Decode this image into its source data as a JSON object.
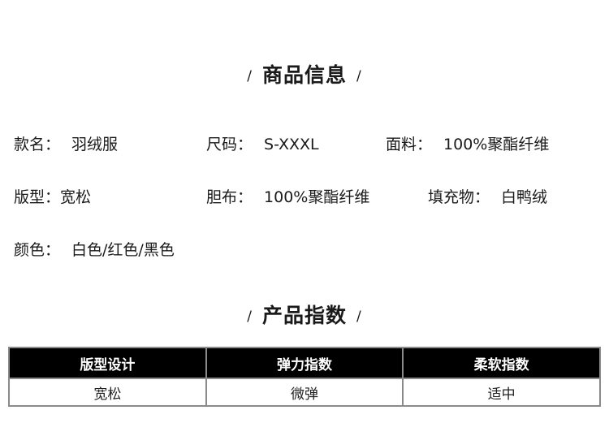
{
  "section_titles": {
    "product_info": "商品信息",
    "product_index": "产品指数",
    "slash": "/"
  },
  "product_info": {
    "style_name": {
      "label": "款名：",
      "value": "羽绒服"
    },
    "size": {
      "label": "尺码：",
      "value": "S-XXXL"
    },
    "fabric": {
      "label": "面料：",
      "value": "100%聚酯纤维"
    },
    "fit": {
      "label": "版型：",
      "value": "宽松"
    },
    "lining": {
      "label": "胆布：",
      "value": "100%聚酯纤维"
    },
    "filling": {
      "label": "填充物：",
      "value": "白鸭绒"
    },
    "color": {
      "label": "颜色：",
      "value": "白色/红色/黑色"
    }
  },
  "index_table": {
    "headers": [
      "版型设计",
      "弹力指数",
      "柔软指数"
    ],
    "values": [
      "宽松",
      "微弹",
      "适中"
    ],
    "header_bg": "#000000",
    "header_text": "#ffffff"
  }
}
